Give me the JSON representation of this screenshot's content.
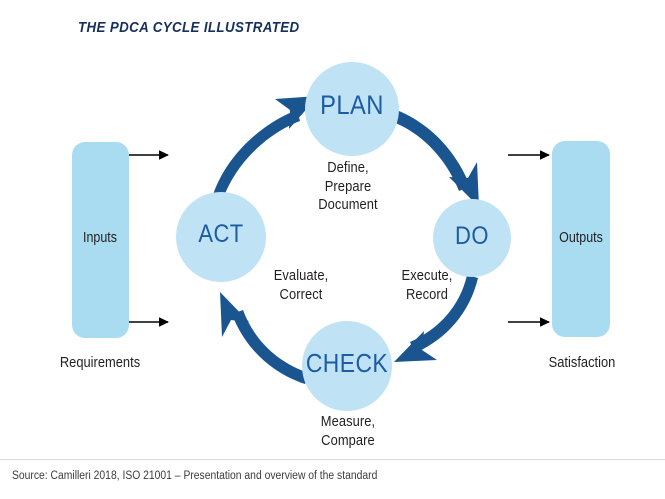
{
  "figure": {
    "title": "THE PDCA CYCLE ILLUSTRATED",
    "source": "Source: Camilleri 2018, ISO 21001 – Presentation and overview of the standard"
  },
  "colors": {
    "circle_fill": "#bfe3f5",
    "circle_text": "#1d5ba3",
    "arc_arrow": "#1a5590",
    "io_box_fill": "#a9dcf0",
    "straight_arrow": "#000000",
    "title_text": "#16305c",
    "caption_text": "#231f20",
    "rule": "#d9d9d9"
  },
  "cycle": {
    "nodes": [
      {
        "id": "plan",
        "label": "PLAN",
        "caption": "Define,\nPrepare\nDocument",
        "caption_lines": [
          "Define,",
          "Prepare",
          "Document"
        ]
      },
      {
        "id": "do",
        "label": "DO",
        "caption": "Execute,\nRecord",
        "caption_lines": [
          "Execute,",
          "Record"
        ]
      },
      {
        "id": "check",
        "label": "CHECK",
        "caption": "Measure,\nCompare",
        "caption_lines": [
          "Measure,",
          "Compare"
        ]
      },
      {
        "id": "act",
        "label": "ACT",
        "caption": "Evaluate,\nCorrect",
        "caption_lines": [
          "Evaluate,",
          "Correct"
        ]
      }
    ],
    "arrows": [
      {
        "from": "act",
        "to": "plan"
      },
      {
        "from": "plan",
        "to": "do"
      },
      {
        "from": "do",
        "to": "check"
      },
      {
        "from": "check",
        "to": "act"
      }
    ]
  },
  "io": {
    "input": {
      "box_label": "Inputs",
      "outer_label": "Requirements",
      "arrows": 2
    },
    "output": {
      "box_label": "Outputs",
      "outer_label": "Satisfaction",
      "arrows": 2
    }
  },
  "chart_data": {
    "type": "diagram",
    "title": "THE PDCA CYCLE ILLUSTRATED",
    "diagram_kind": "pdca-cycle",
    "stages": [
      {
        "name": "PLAN",
        "activities": [
          "Define",
          "Prepare",
          "Document"
        ],
        "position": "top"
      },
      {
        "name": "DO",
        "activities": [
          "Execute",
          "Record"
        ],
        "position": "right"
      },
      {
        "name": "CHECK",
        "activities": [
          "Measure",
          "Compare"
        ],
        "position": "bottom"
      },
      {
        "name": "ACT",
        "activities": [
          "Evaluate",
          "Correct"
        ],
        "position": "left"
      }
    ],
    "flow": [
      "PLAN",
      "DO",
      "CHECK",
      "ACT",
      "PLAN"
    ],
    "inputs": {
      "label": "Inputs",
      "sublabel": "Requirements"
    },
    "outputs": {
      "label": "Outputs",
      "sublabel": "Satisfaction"
    },
    "source": "Source: Camilleri 2018, ISO 21001 – Presentation and overview of the standard"
  }
}
